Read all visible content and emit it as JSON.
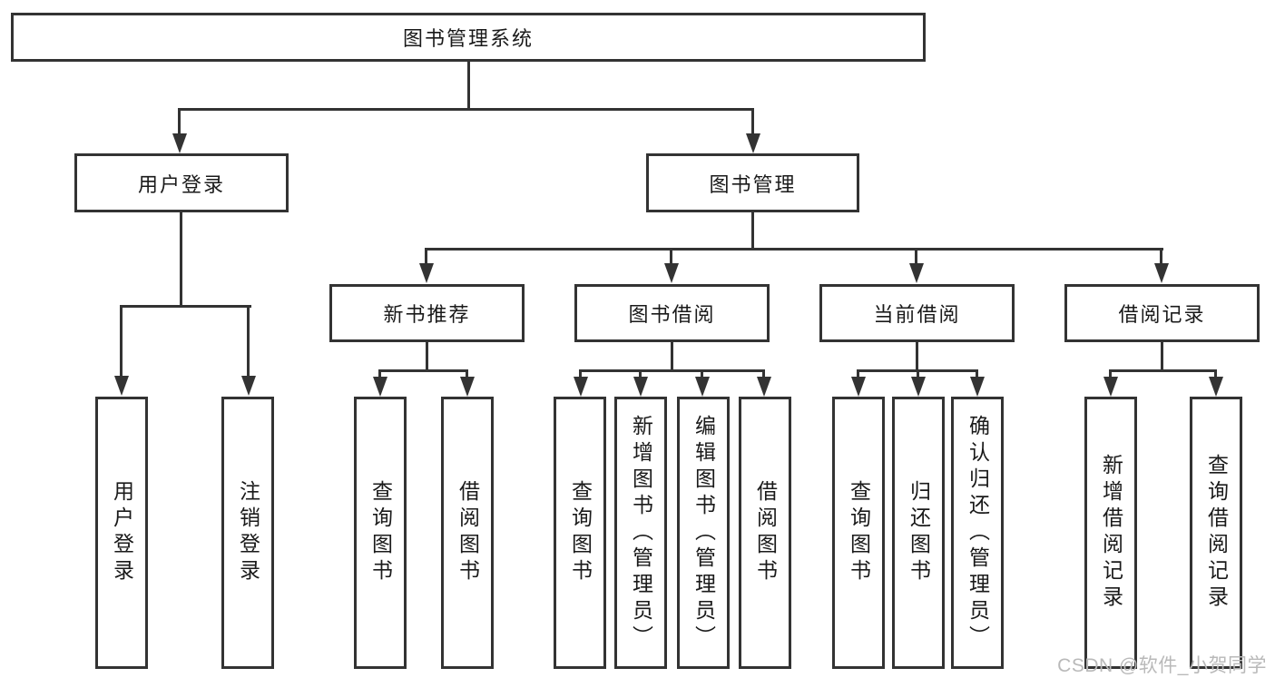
{
  "tree": {
    "root": {
      "label": "图书管理系统"
    },
    "level2": [
      {
        "label": "用户登录"
      },
      {
        "label": "图书管理"
      }
    ],
    "level3": [
      {
        "label": "新书推荐"
      },
      {
        "label": "图书借阅"
      },
      {
        "label": "当前借阅"
      },
      {
        "label": "借阅记录"
      }
    ],
    "leaves": {
      "userLogin": [
        {
          "label": "用户登录"
        },
        {
          "label": "注销登录"
        }
      ],
      "newBooks": [
        {
          "label": "查询图书"
        },
        {
          "label": "借阅图书"
        }
      ],
      "bookBorrow": [
        {
          "label": "查询图书"
        },
        {
          "label": "新增图书（管理员）"
        },
        {
          "label": "编辑图书（管理员）"
        },
        {
          "label": "借阅图书"
        }
      ],
      "currentBorrow": [
        {
          "label": "查询图书"
        },
        {
          "label": "归还图书"
        },
        {
          "label": "确认归还（管理员）"
        }
      ],
      "borrowRecords": [
        {
          "label": "新增借阅记录"
        },
        {
          "label": "查询借阅记录"
        }
      ]
    }
  },
  "watermark": "CSDN @软件_小贺同学",
  "colors": {
    "line": "#333333",
    "text": "#1a1a1a",
    "watermark": "#b9b9b9",
    "background": "#ffffff"
  }
}
